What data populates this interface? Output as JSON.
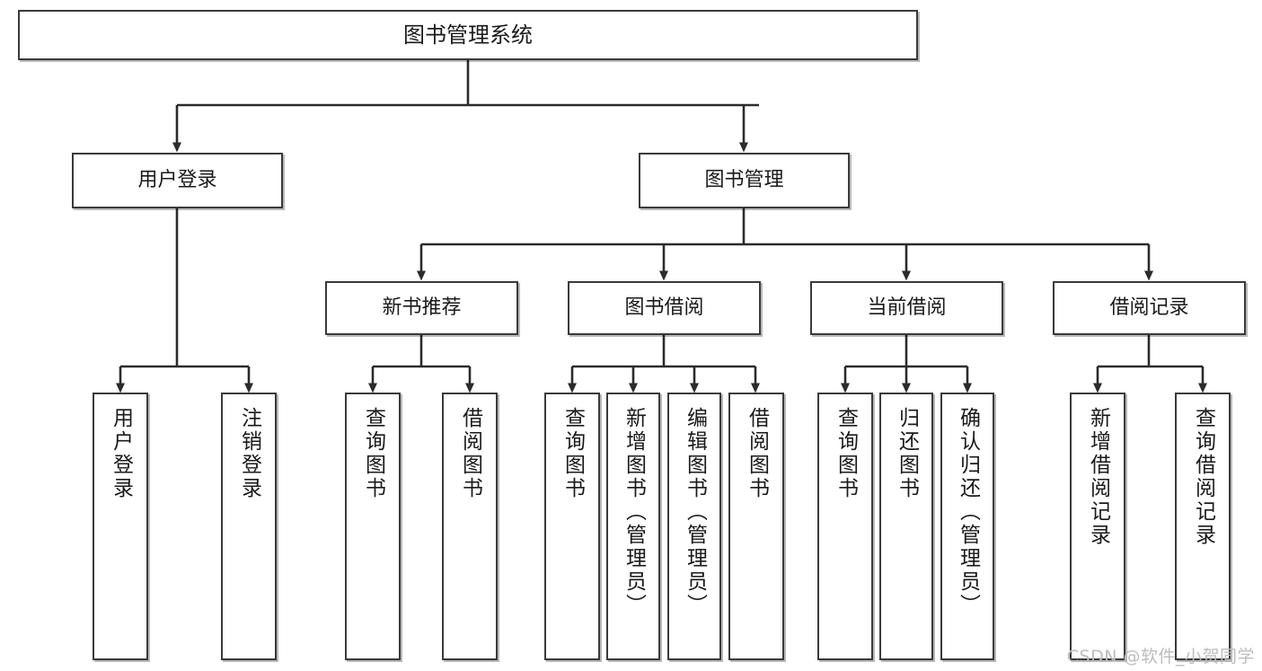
{
  "diagram": {
    "title": "图书管理系统",
    "type": "functional-structure-tree",
    "colors": {
      "box_border": "#3a3a3a",
      "box_fill": "#ffffff",
      "connector": "#2b2b2b",
      "page_background": "#ffffff",
      "watermark": "#bdbdbd"
    },
    "watermark": "CSDN @软件_小贺同学",
    "root": {
      "label": "图书管理系统"
    },
    "level2": [
      {
        "label": "用户登录"
      },
      {
        "label": "图书管理"
      }
    ],
    "level3": [
      {
        "label": "新书推荐"
      },
      {
        "label": "图书借阅"
      },
      {
        "label": "当前借阅"
      },
      {
        "label": "借阅记录"
      }
    ],
    "leaves": {
      "user_login": [
        {
          "label": "用户登录"
        },
        {
          "label": "注销登录"
        }
      ],
      "new_book_recommend": [
        {
          "label": "查询图书"
        },
        {
          "label": "借阅图书"
        }
      ],
      "book_borrow": [
        {
          "label": "查询图书"
        },
        {
          "label": "新增图书（管理员）"
        },
        {
          "label": "编辑图书（管理员）"
        },
        {
          "label": "借阅图书"
        }
      ],
      "current_borrow": [
        {
          "label": "查询图书"
        },
        {
          "label": "归还图书"
        },
        {
          "label": "确认归还（管理员）"
        }
      ],
      "borrow_record": [
        {
          "label": "新增借阅记录"
        },
        {
          "label": "查询借阅记录"
        }
      ]
    }
  },
  "chart_data": {
    "type": "table",
    "title": "图书管理系统 功能结构图",
    "nodes": [
      {
        "id": "root",
        "label": "图书管理系统",
        "level": 1,
        "parent": null
      },
      {
        "id": "n-user-login",
        "label": "用户登录",
        "level": 2,
        "parent": "root"
      },
      {
        "id": "n-book-manage",
        "label": "图书管理",
        "level": 2,
        "parent": "root"
      },
      {
        "id": "n-new-book",
        "label": "新书推荐",
        "level": 3,
        "parent": "n-book-manage"
      },
      {
        "id": "n-book-borrow",
        "label": "图书借阅",
        "level": 3,
        "parent": "n-book-manage"
      },
      {
        "id": "n-current-borrow",
        "label": "当前借阅",
        "level": 3,
        "parent": "n-book-manage"
      },
      {
        "id": "n-borrow-record",
        "label": "借阅记录",
        "level": 3,
        "parent": "n-book-manage"
      },
      {
        "id": "l-login",
        "label": "用户登录",
        "level": 3,
        "parent": "n-user-login"
      },
      {
        "id": "l-logout",
        "label": "注销登录",
        "level": 3,
        "parent": "n-user-login"
      },
      {
        "id": "l-nb-query",
        "label": "查询图书",
        "level": 4,
        "parent": "n-new-book"
      },
      {
        "id": "l-nb-borrow",
        "label": "借阅图书",
        "level": 4,
        "parent": "n-new-book"
      },
      {
        "id": "l-bb-query",
        "label": "查询图书",
        "level": 4,
        "parent": "n-book-borrow"
      },
      {
        "id": "l-bb-add",
        "label": "新增图书（管理员）",
        "level": 4,
        "parent": "n-book-borrow"
      },
      {
        "id": "l-bb-edit",
        "label": "编辑图书（管理员）",
        "level": 4,
        "parent": "n-book-borrow"
      },
      {
        "id": "l-bb-borrow",
        "label": "借阅图书",
        "level": 4,
        "parent": "n-book-borrow"
      },
      {
        "id": "l-cb-query",
        "label": "查询图书",
        "level": 4,
        "parent": "n-current-borrow"
      },
      {
        "id": "l-cb-return",
        "label": "归还图书",
        "level": 4,
        "parent": "n-current-borrow"
      },
      {
        "id": "l-cb-confirm",
        "label": "确认归还（管理员）",
        "level": 4,
        "parent": "n-current-borrow"
      },
      {
        "id": "l-br-add",
        "label": "新增借阅记录",
        "level": 4,
        "parent": "n-borrow-record"
      },
      {
        "id": "l-br-query",
        "label": "查询借阅记录",
        "level": 4,
        "parent": "n-borrow-record"
      }
    ]
  }
}
